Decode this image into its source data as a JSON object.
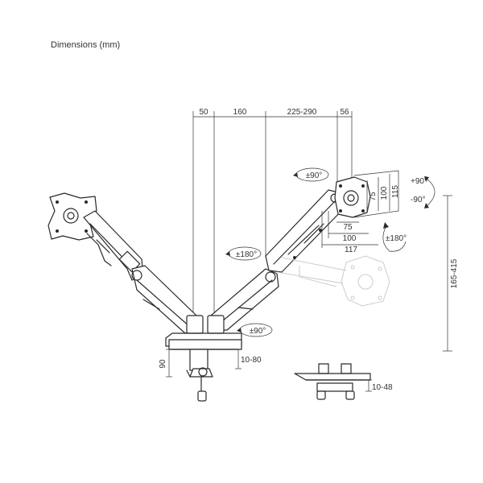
{
  "title": "Dimensions (mm)",
  "top_dims": [
    "50",
    "160",
    "225-290",
    "56"
  ],
  "vesa": {
    "inner_w": "75",
    "mid_w": "100",
    "outer_w": "117",
    "inner_h": "75",
    "mid_h": "100",
    "outer_h": "115"
  },
  "rotations": {
    "swivel_head": "±90°",
    "tilt_up": "+90°",
    "tilt_down": "-90°",
    "rotate_screen": "±180°",
    "arm_swivel": "±180°",
    "base_swivel": "±90°"
  },
  "height_range": "165-415",
  "clamp": {
    "thickness": "10-80",
    "depth": "90"
  },
  "grommet": {
    "thickness": "10-48"
  },
  "colors": {
    "line": "#2a2a2a",
    "ghost": "#cccccc"
  }
}
